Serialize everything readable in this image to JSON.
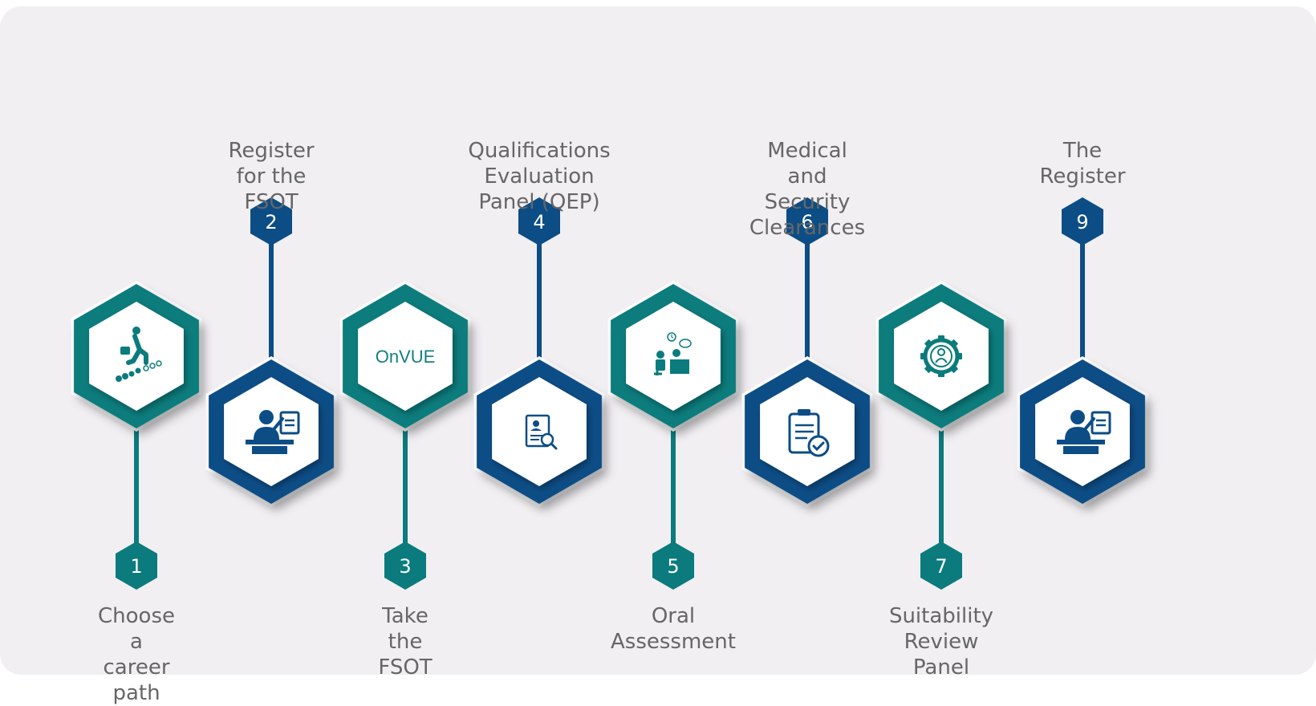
{
  "colors": {
    "teal": "#0c7b7d",
    "navy": "#0c4d86",
    "panel": "#f1eff2",
    "label": "#666666"
  },
  "steps": [
    {
      "number": "1",
      "label": "Choose a career path",
      "icon": "climbing-steps-icon",
      "color": "teal",
      "position": "top"
    },
    {
      "number": "2",
      "label": "Register for the FSOT",
      "icon": "person-at-desk-with-form-icon",
      "color": "navy",
      "position": "bottom"
    },
    {
      "number": "3",
      "label": "Take the FSOT",
      "icon": "onvue-logo",
      "icon_text": "OnVUE",
      "color": "teal",
      "position": "top"
    },
    {
      "number": "4",
      "label": "Qualifications Evaluation\nPanel (QEP)",
      "icon": "profile-document-search-icon",
      "color": "navy",
      "position": "bottom"
    },
    {
      "number": "5",
      "label": "Oral Assessment",
      "icon": "interview-meeting-icon",
      "color": "teal",
      "position": "top"
    },
    {
      "number": "6",
      "label": "Medical and Security\nClearances",
      "icon": "clipboard-check-icon",
      "color": "navy",
      "position": "bottom"
    },
    {
      "number": "7",
      "label": "Suitability Review Panel",
      "icon": "gear-person-icon",
      "color": "teal",
      "position": "top"
    },
    {
      "number": "9",
      "label": "The Register",
      "icon": "person-at-desk-with-form-icon",
      "color": "navy",
      "position": "bottom"
    }
  ]
}
